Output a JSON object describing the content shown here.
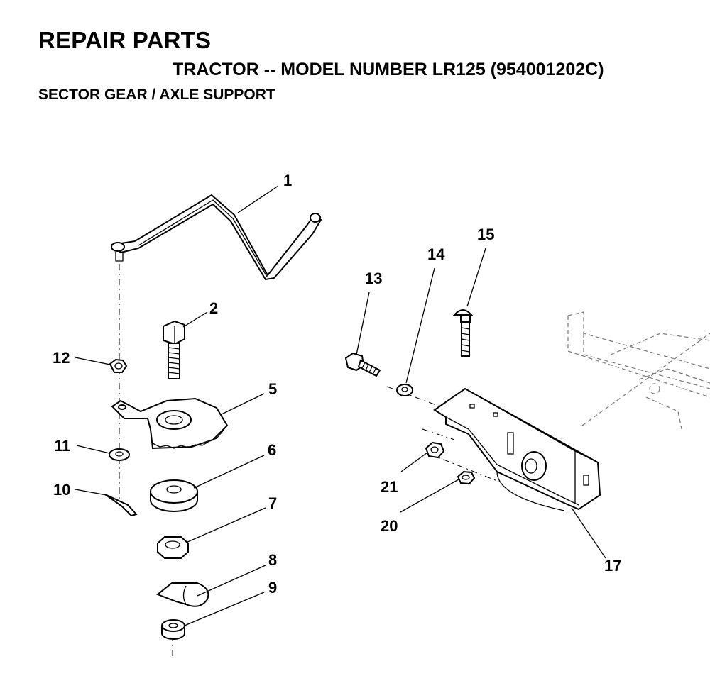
{
  "header": {
    "title": "REPAIR PARTS",
    "subtitle": "TRACTOR -- MODEL NUMBER LR125 (954001202C)",
    "section": "SECTOR GEAR / AXLE SUPPORT"
  },
  "callouts": {
    "c1": "1",
    "c2": "2",
    "c5": "5",
    "c6": "6",
    "c7": "7",
    "c8": "8",
    "c9": "9",
    "c10": "10",
    "c11": "11",
    "c12": "12",
    "c13": "13",
    "c14": "14",
    "c15": "15",
    "c17": "17",
    "c20": "20",
    "c21": "21"
  }
}
